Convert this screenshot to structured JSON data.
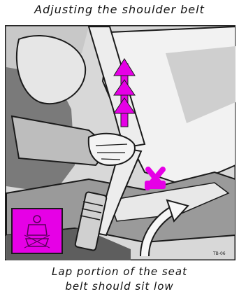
{
  "top_caption": "Adjusting the shoulder belt",
  "bottom_caption": {
    "line1": "Lap portion of the seat",
    "line2": "belt should sit low"
  },
  "figure_code": "TB-06",
  "colors": {
    "accent_magenta": "#e600e6",
    "line_art": "#1a1a1a",
    "light_gray": "#dcdcdc",
    "mid_gray": "#a8a8a8",
    "dark_gray": "#6a6a6a",
    "white": "#f6f6f6"
  },
  "icons": {
    "up_arrows": "triple-up-arrow-icon",
    "mark": "x-mark-icon",
    "curved_arrow": "curved-arrow-icon",
    "child_seat": "child-seat-warning-icon"
  }
}
